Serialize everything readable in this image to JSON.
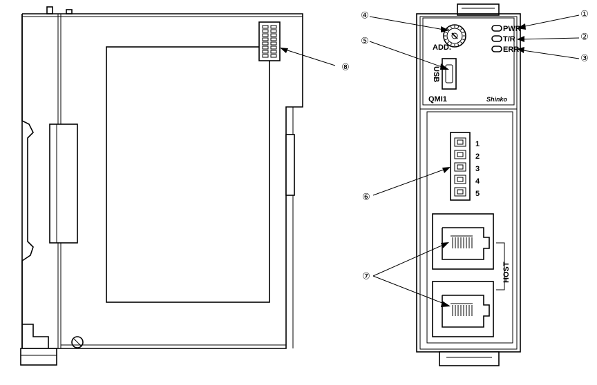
{
  "panel": {
    "model": "QMI1",
    "brand": "Shinko",
    "usb_label": "USB",
    "address_label": "ADD.",
    "host_label": "HOST",
    "leds": [
      "PWR",
      "T/R",
      "ERR"
    ],
    "terminal_pins": [
      "1",
      "2",
      "3",
      "4",
      "5"
    ]
  },
  "callouts": [
    "①",
    "②",
    "③",
    "④",
    "⑤",
    "⑥",
    "⑦",
    "⑧"
  ]
}
